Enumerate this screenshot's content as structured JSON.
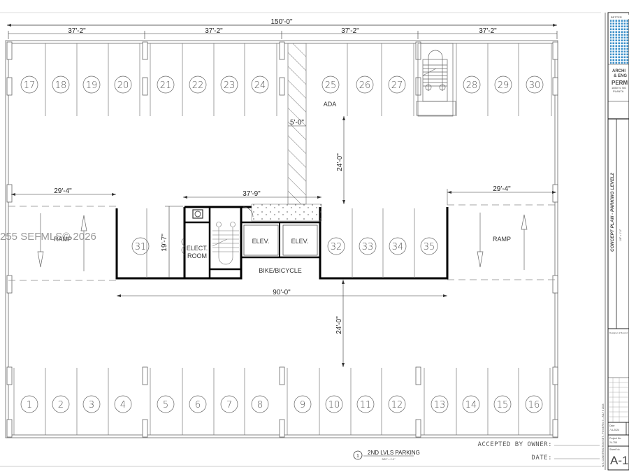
{
  "drawing": {
    "title": "2ND LVLS PARKING",
    "scale": "3/32\" = 1'-0\"",
    "detail_number": "1",
    "watermark": "255  SEFMLS© 2026"
  },
  "dimensions": {
    "overall_width": "150'-0\"",
    "bays": [
      "37'-2\"",
      "37'-2\"",
      "37'-2\"",
      "37'-2\""
    ],
    "ramp_left_width": "29'-4\"",
    "ramp_right_width": "29'-4\"",
    "core_width": "37'-9\"",
    "core_depth": "19'-7\"",
    "island_width": "90'-0\"",
    "aisle_upper": "24'-0\"",
    "aisle_lower": "24'-0\"",
    "ada_aisle": "5'-0\""
  },
  "stalls": {
    "top_row": [
      "17",
      "18",
      "19",
      "20",
      "21",
      "22",
      "23",
      "24",
      "25",
      "26",
      "27",
      "28",
      "29",
      "30"
    ],
    "middle_row": [
      "31",
      "32",
      "33",
      "34",
      "35"
    ],
    "bottom_row": [
      "1",
      "2",
      "3",
      "4",
      "5",
      "6",
      "7",
      "8",
      "9",
      "10",
      "11",
      "12",
      "13",
      "14",
      "15",
      "16"
    ]
  },
  "labels": {
    "ada": "ADA",
    "ramp_left": "RAMP",
    "ramp_right": "RAMP",
    "elec_room_1": "ELECT.",
    "elec_room_2": "ROOM",
    "elevator_1": "ELEV.",
    "elevator_2": "ELEV.",
    "bike": "BIKE/BICYCLE"
  },
  "signoff": {
    "accepted_by_owner": "ACCEPTED BY OWNER:",
    "date": "DATE:"
  },
  "title_block": {
    "firm_line_1": "ARCHI",
    "firm_line_2": "& ENG",
    "project": "PERM",
    "address_1": "1850 N. NO",
    "address_2": "PLANTA",
    "sheet_title": "CONCEPT PLAN - PARKING LEVEL2",
    "sheet_subtitle": "1/8\" = 1'-0\"",
    "designer_label": "Designer of Record",
    "date_label": "Date",
    "date_value": "7-6-2024",
    "project_no_label": "Project No.",
    "project_no_value": "24-755",
    "sheet_no_label": "Sheet No.",
    "sheet_no_value": "A-1",
    "side_note": "W.S. CONSTRUCTION SET - Permit Rev 3 - JULY 6 2024",
    "brand_color": "#3a8fc9"
  }
}
